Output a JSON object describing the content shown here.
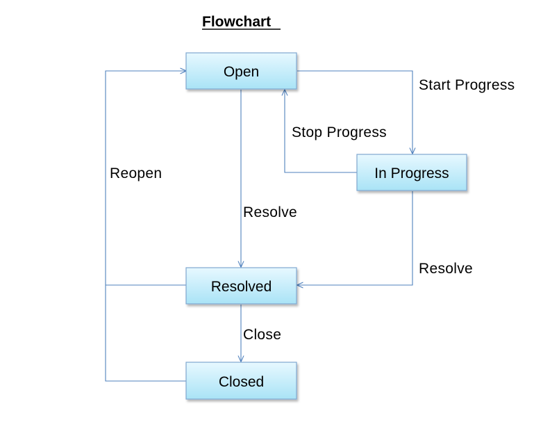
{
  "title": "Flowchart",
  "colors": {
    "node_fill_top": "#e7f8ff",
    "node_fill_bottom": "#a9e3f6",
    "node_border": "#7fa7cf",
    "edge": "#4f81bd",
    "text": "#000000"
  },
  "nodes": {
    "open": "Open",
    "in_progress": "In Progress",
    "resolved": "Resolved",
    "closed": "Closed"
  },
  "edges": {
    "start_progress": "Start Progress",
    "stop_progress": "Stop Progress",
    "resolve_from_open": "Resolve",
    "resolve_from_in_progress": "Resolve",
    "close": "Close",
    "reopen": "Reopen"
  }
}
